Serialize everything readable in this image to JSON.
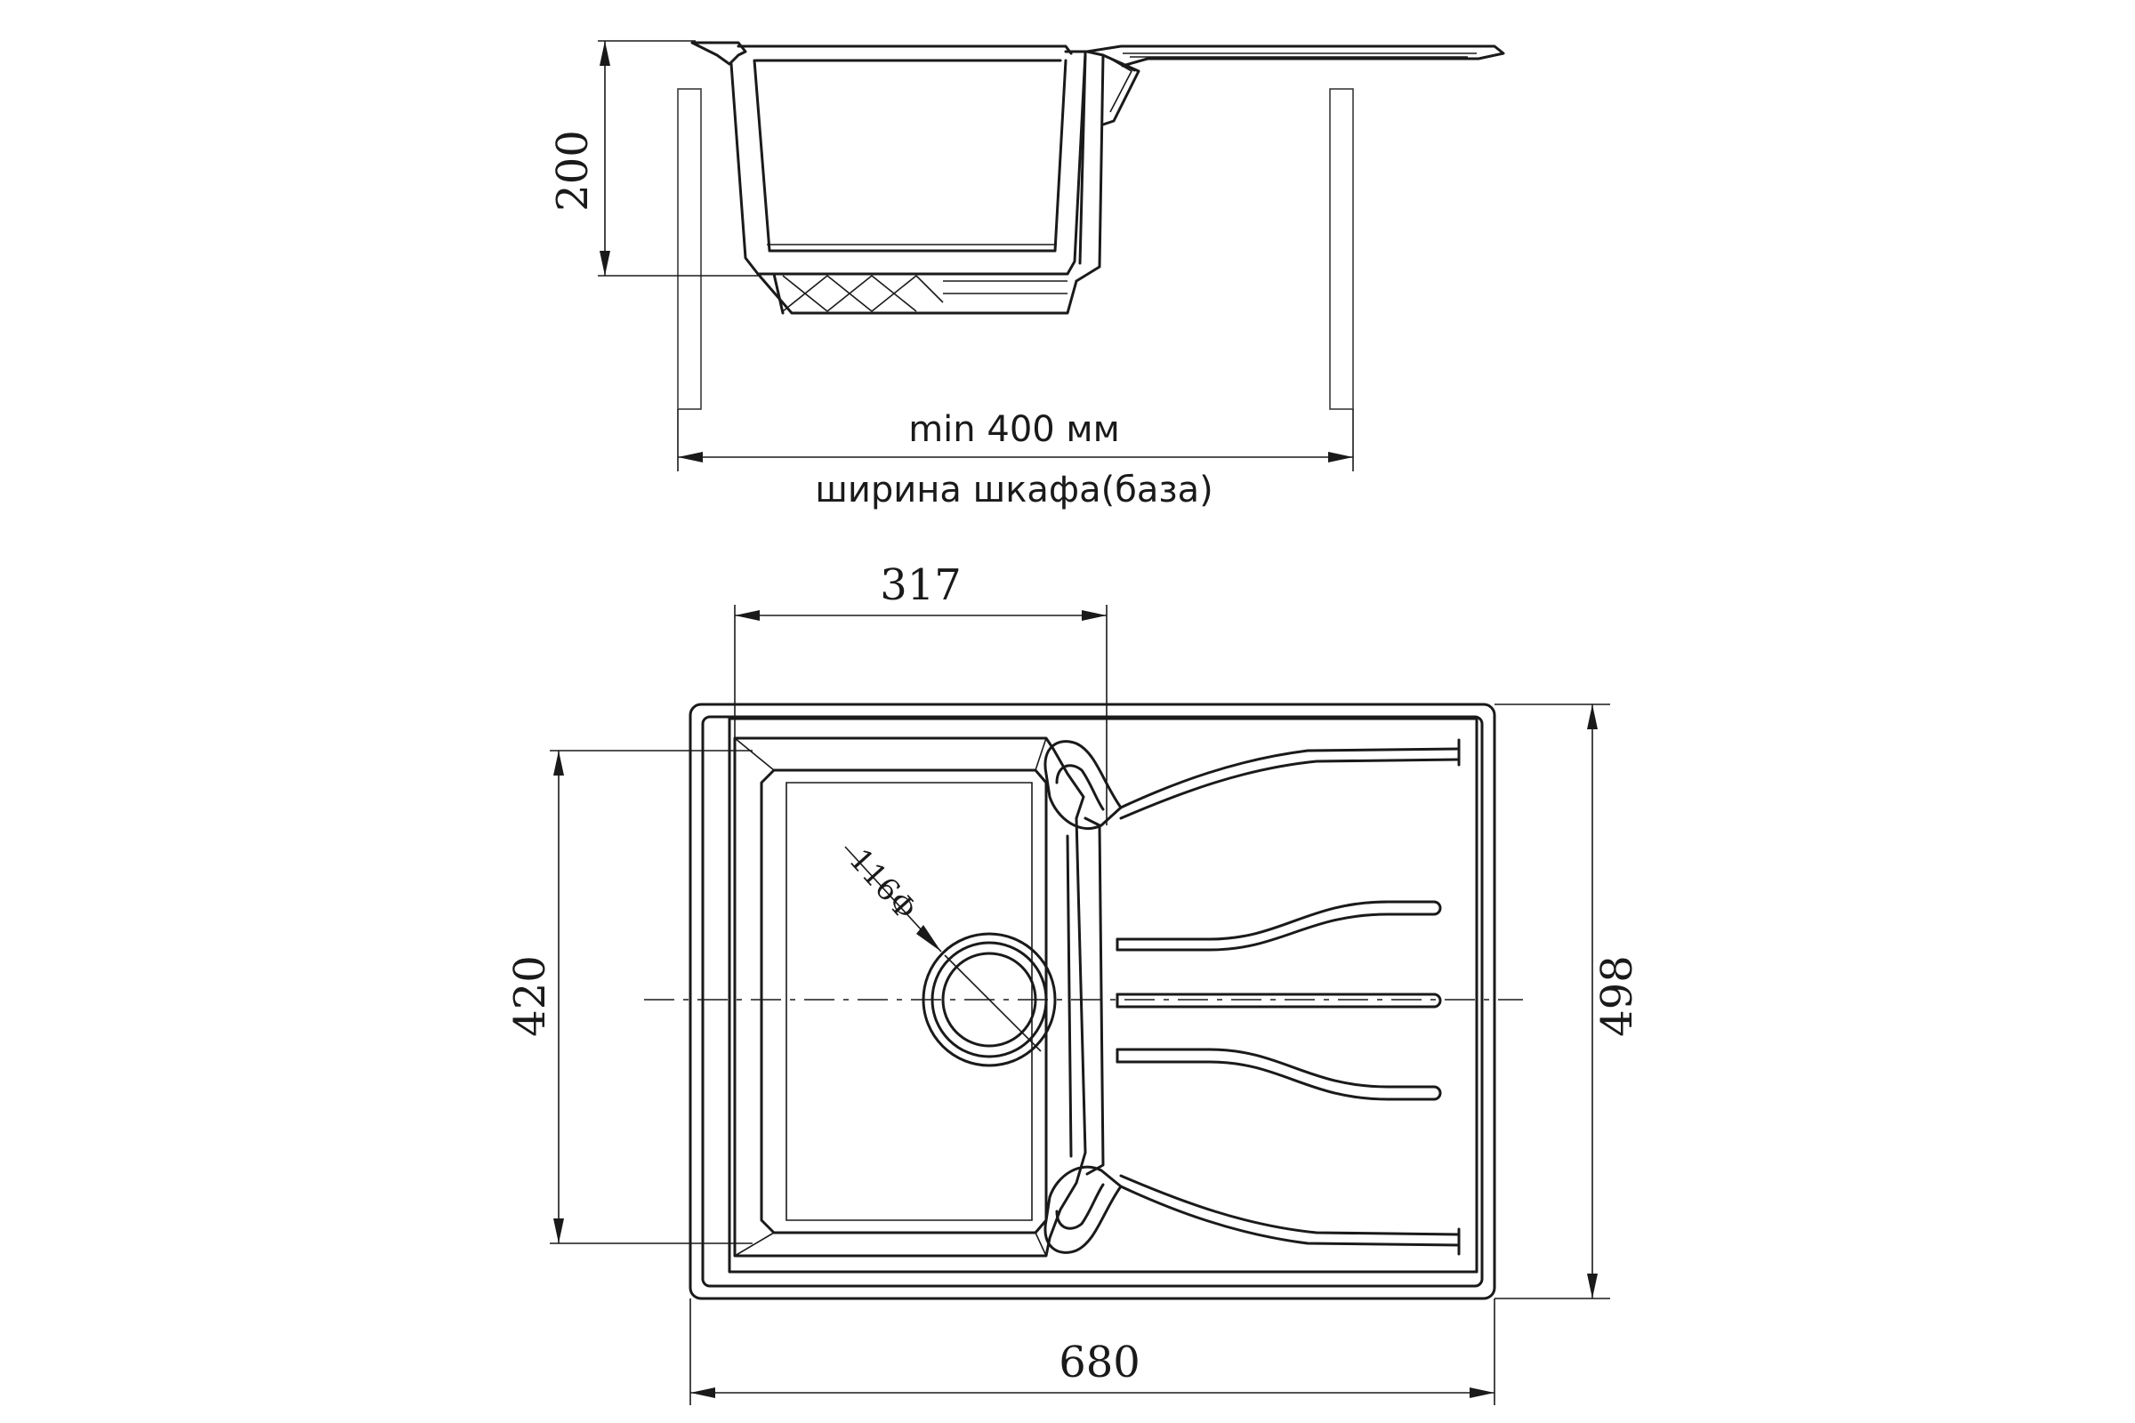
{
  "side_view": {
    "height_label": "200",
    "min_width_label": "min 400 мм",
    "cabinet_label": "ширина шкафа(база)"
  },
  "top_view": {
    "bowl_width_label": "317",
    "bowl_length_label": "420",
    "overall_width_label": "680",
    "overall_depth_label": "498",
    "drain_diameter_label": "116Φ"
  }
}
